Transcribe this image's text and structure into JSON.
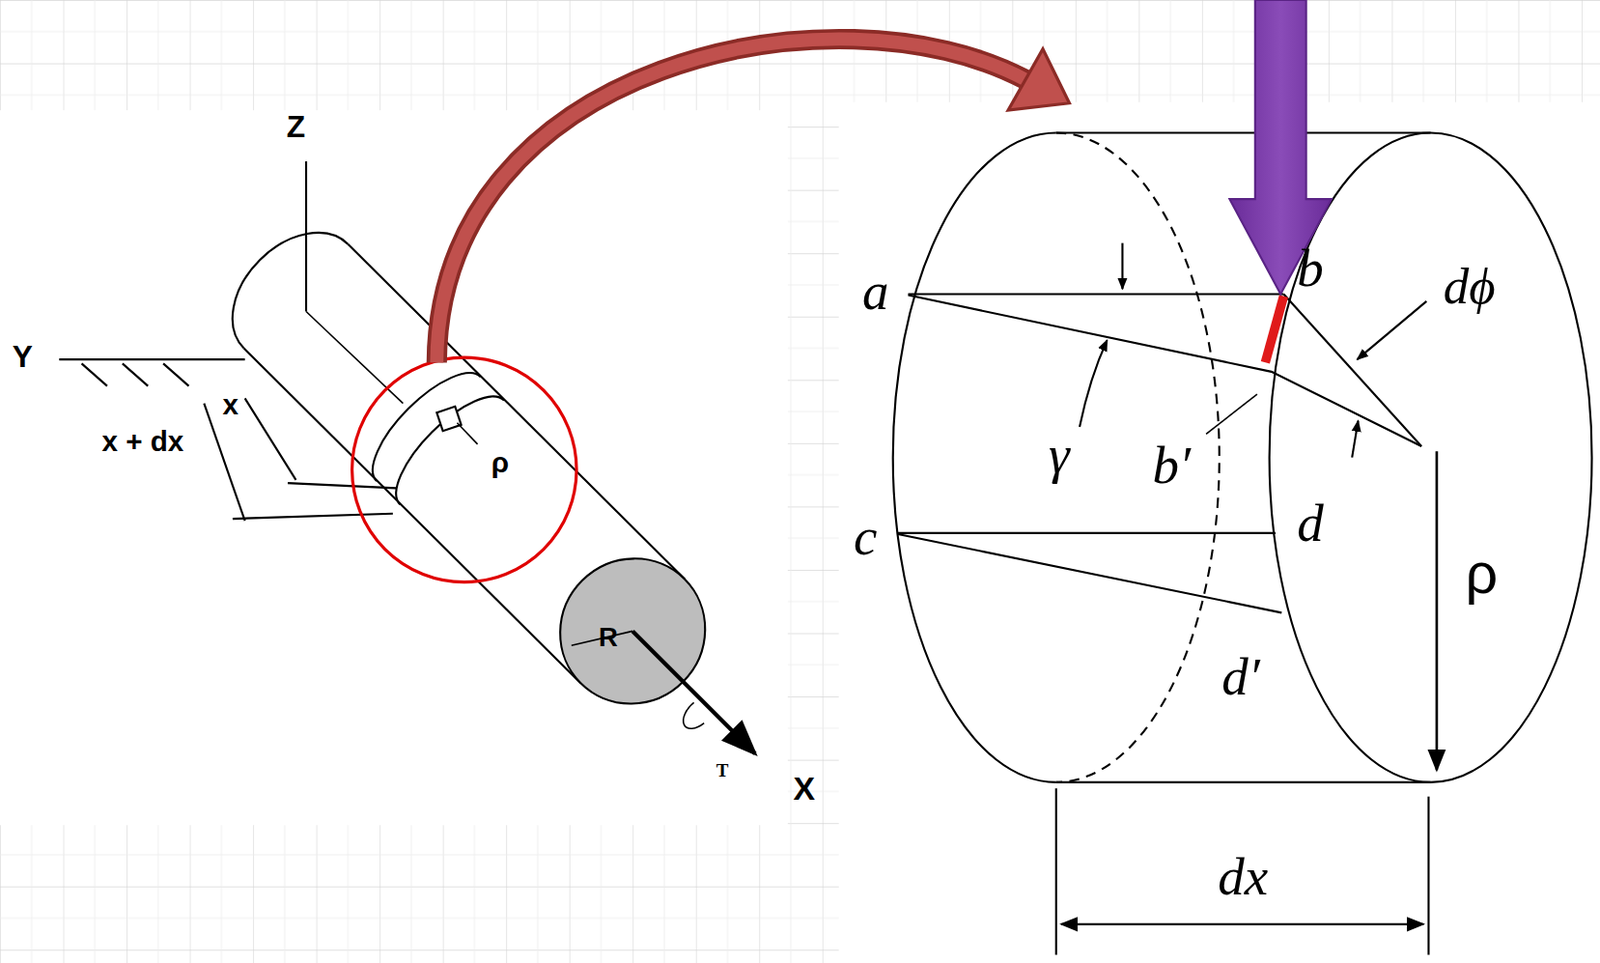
{
  "diagram": {
    "labels": [
      "Z",
      "Y",
      "x",
      "x + dx",
      "ρ",
      "R",
      "T",
      "X",
      "a",
      "b",
      "dϕ",
      "γ",
      "b′",
      "c",
      "d",
      "d′",
      "ρ",
      "dx"
    ]
  }
}
